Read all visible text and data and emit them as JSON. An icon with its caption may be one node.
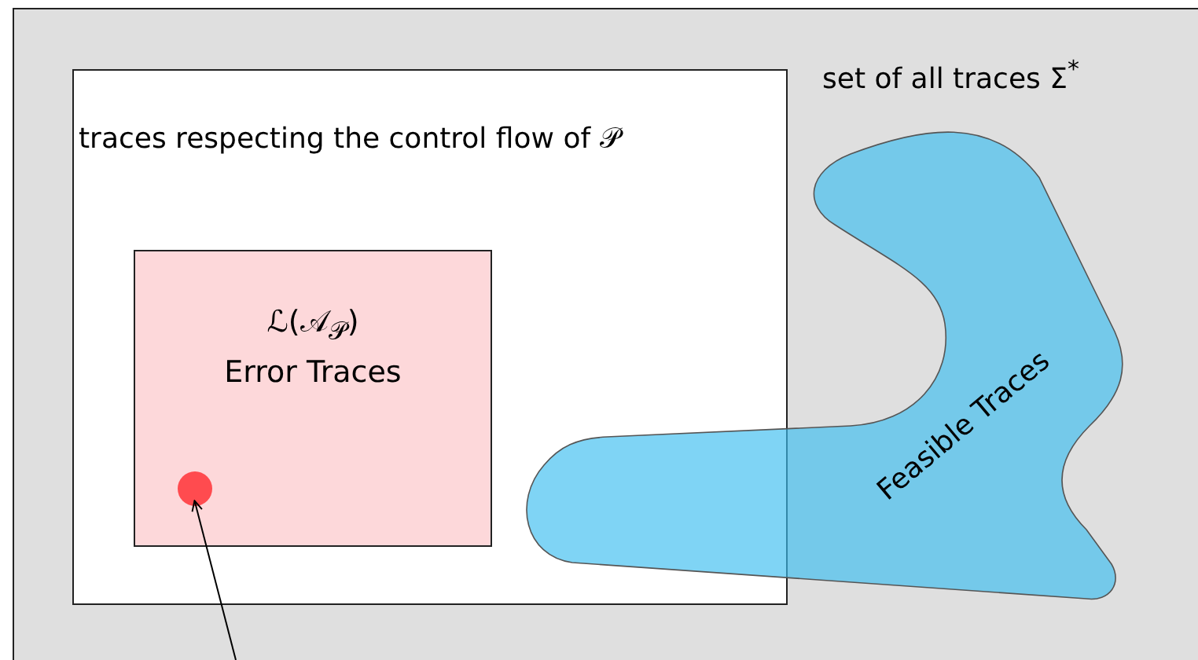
{
  "diagram": {
    "nodes": [
      {
        "text": [
          "set of all traces Σ$^{*}$"
        ]
      },
      {
        "text": [
          "traces respecting the control flow of 𝒫"
        ],
        "in": 0
      },
      {
        "text": [
          "ℒ(𝒜$_{𝒫}$)",
          "Error Traces"
        ],
        "in": 1
      },
      {
        "text": [],
        "shape": "circle",
        "in": 2
      },
      {
        "text": [
          "Feasible Traces"
        ],
        "in": 0
      }
    ],
    "edges": [
      {
        "from": null,
        "to": 3,
        "arrow": "to"
      }
    ]
  }
}
